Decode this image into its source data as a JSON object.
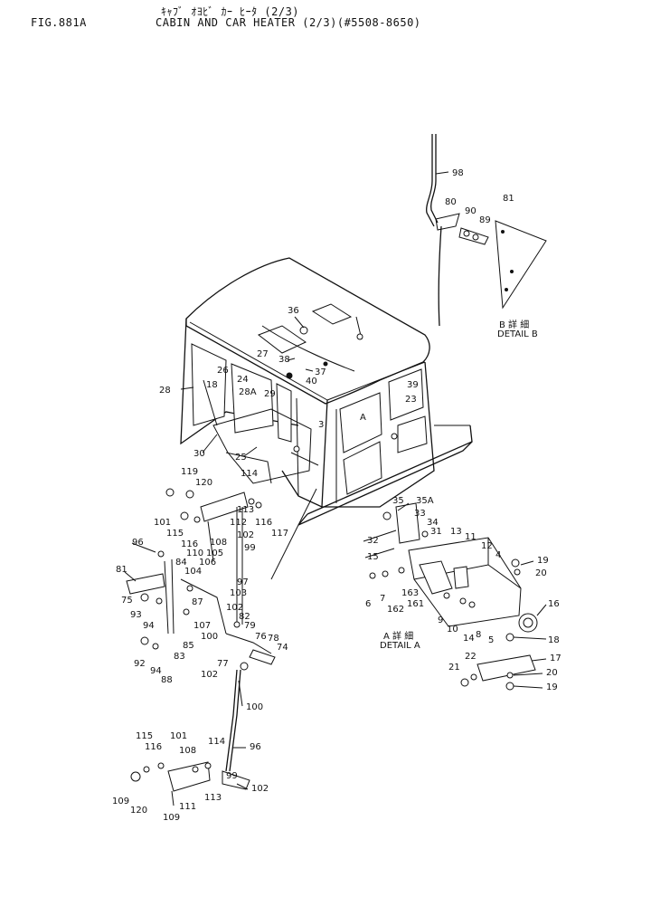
{
  "header": {
    "fig_no": "FIG.881A",
    "title_jp": "ｷｬﾌﾞ ｵﾖﾋﾞ ｶｰ ﾋｰﾀ (2/3)",
    "title_en": "CABIN AND CAR HEATER (2/3)(#5508-8650)"
  },
  "details": {
    "detail_a_jp": "A 詳 細",
    "detail_a_en": "DETAIL A",
    "detail_b_jp": "B 詳 細",
    "detail_b_en": "DETAIL B"
  },
  "callouts": {
    "c98": "98",
    "c80": "80",
    "c90": "90",
    "c89": "89",
    "c81a": "81",
    "c36": "36",
    "c27": "27",
    "c38": "38",
    "c37": "37",
    "c40": "40",
    "c39": "39",
    "c23": "23",
    "cA": "A",
    "c3": "3",
    "c28": "28",
    "c26": "26",
    "c24": "24",
    "c28a": "28A",
    "c29": "29",
    "c18": "18",
    "c30": "30",
    "c25": "25",
    "c119": "119",
    "c120": "120",
    "c114": "114",
    "c101": "101",
    "c115": "115",
    "c113": "113",
    "c112": "112",
    "c116": "116",
    "c117": "117",
    "c116b": "116",
    "c108": "108",
    "c102": "102",
    "c110": "110",
    "c105": "105",
    "c99": "99",
    "c96": "96",
    "c84": "84",
    "c106": "106",
    "c81b": "81",
    "c104": "104",
    "c97": "97",
    "c103": "103",
    "c75": "75",
    "c87": "87",
    "c93": "93",
    "c94": "94",
    "c102b": "102",
    "c82": "82",
    "c107": "107",
    "c79": "79",
    "c100": "100",
    "c85": "85",
    "c76": "76",
    "c78": "78",
    "c74": "74",
    "c83": "83",
    "c92": "92",
    "c94b": "94",
    "c88": "88",
    "c77": "77",
    "c102c": "102",
    "c100b": "100",
    "c96b": "96",
    "c115b": "115",
    "c101b": "101",
    "c116c": "116",
    "c108b": "108",
    "c114b": "114",
    "c99b": "99",
    "c109": "109",
    "c102d": "102",
    "c120b": "120",
    "c113b": "113",
    "c111": "111",
    "c109b": "109",
    "c35": "35",
    "c35a": "35A",
    "c33": "33",
    "c34": "34",
    "c32": "32",
    "c31": "31",
    "c13": "13",
    "c11": "11",
    "c12": "12",
    "c4": "4",
    "c15": "15",
    "c19": "19",
    "c20": "20",
    "c6": "6",
    "c7": "7",
    "c162": "162",
    "c163": "163",
    "c161": "161",
    "c9": "9",
    "c10": "10",
    "c14": "14",
    "c8": "8",
    "c5": "5",
    "c16": "16",
    "c18b": "18",
    "c22": "22",
    "c17": "17",
    "c21": "21",
    "c20b": "20",
    "c19b": "19"
  }
}
